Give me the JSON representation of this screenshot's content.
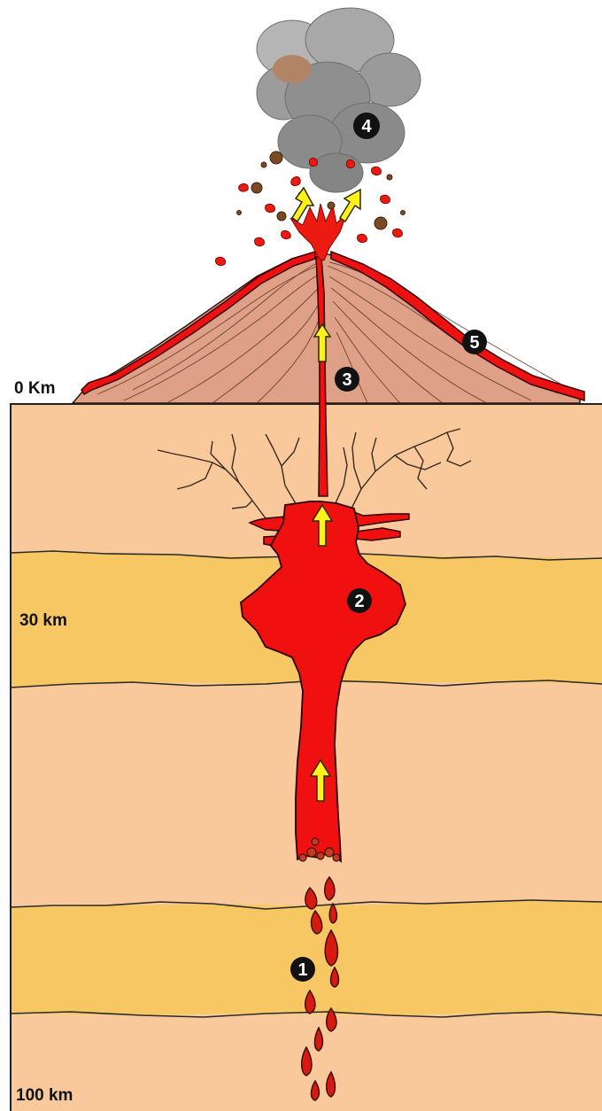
{
  "depth_labels": {
    "surface": "0 Km",
    "mid_crust": "30 km",
    "mantle": "100 km"
  },
  "stage_markers": [
    "1",
    "2",
    "3",
    "4",
    "5"
  ],
  "colors": {
    "crust_light": "#f9c99b",
    "crust_dark": "#f7c764",
    "magma": "#f11010",
    "volcano_cone": "#dfa088",
    "lava_flow": "#ee1111",
    "ash": "#8d8d8d",
    "arrow": "#fff21a"
  },
  "icons": [
    "upward-arrow-icon",
    "numbered-circle-icon"
  ]
}
